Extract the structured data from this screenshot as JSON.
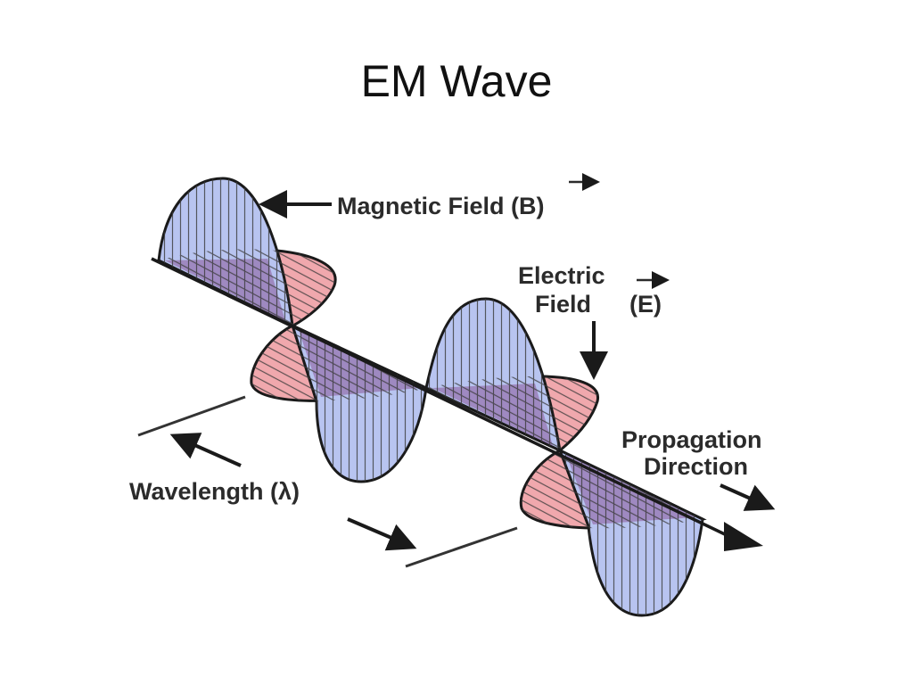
{
  "slide": {
    "title": "EM Wave"
  },
  "diagram": {
    "labels": {
      "magnetic_field": "Magnetic Field (B)",
      "electric_line1": "Electric",
      "electric_line2": "Field",
      "electric_symbol": "(E)",
      "propagation_line1": "Propagation",
      "propagation_line2": "Direction",
      "wavelength": "Wavelength (λ)"
    },
    "colors": {
      "magnetic_fill": "#b8c4f0",
      "electric_fill": "#f0a8ad",
      "overlap_fill": "#8a5a9a",
      "outline": "#1a1a1a",
      "hatch": "#3a3a3a"
    },
    "icons": [
      "arrow-left-icon",
      "arrow-down-icon",
      "arrow-right-icon",
      "vector-arrow-icon"
    ]
  }
}
